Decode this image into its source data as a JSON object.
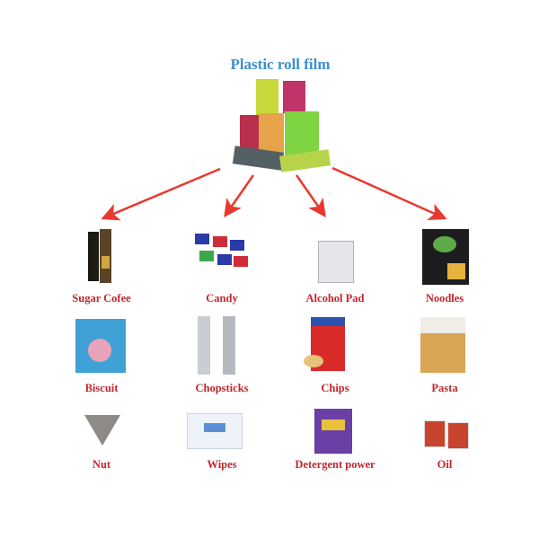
{
  "title": "Plastic roll film",
  "colors": {
    "title": "#3b8fcf",
    "label": "#c3262c",
    "arrow": "#e8392f"
  },
  "products": [
    {
      "label": "Sugar Cofee",
      "icon": "coffee-stick-icon"
    },
    {
      "label": "Candy",
      "icon": "candy-icon"
    },
    {
      "label": "Alcohol Pad",
      "icon": "alcohol-pad-icon"
    },
    {
      "label": "Noodles",
      "icon": "noodles-pack-icon"
    },
    {
      "label": "Biscuit",
      "icon": "biscuit-pack-icon"
    },
    {
      "label": "Chopsticks",
      "icon": "chopsticks-pack-icon"
    },
    {
      "label": "Chips",
      "icon": "chips-bag-icon"
    },
    {
      "label": "Pasta",
      "icon": "pasta-bag-icon"
    },
    {
      "label": "Nut",
      "icon": "nut-pack-icon"
    },
    {
      "label": "Wipes",
      "icon": "wipes-pack-icon"
    },
    {
      "label": "Detergent power",
      "icon": "detergent-bag-icon"
    },
    {
      "label": "Oil",
      "icon": "oil-sachet-icon"
    }
  ]
}
